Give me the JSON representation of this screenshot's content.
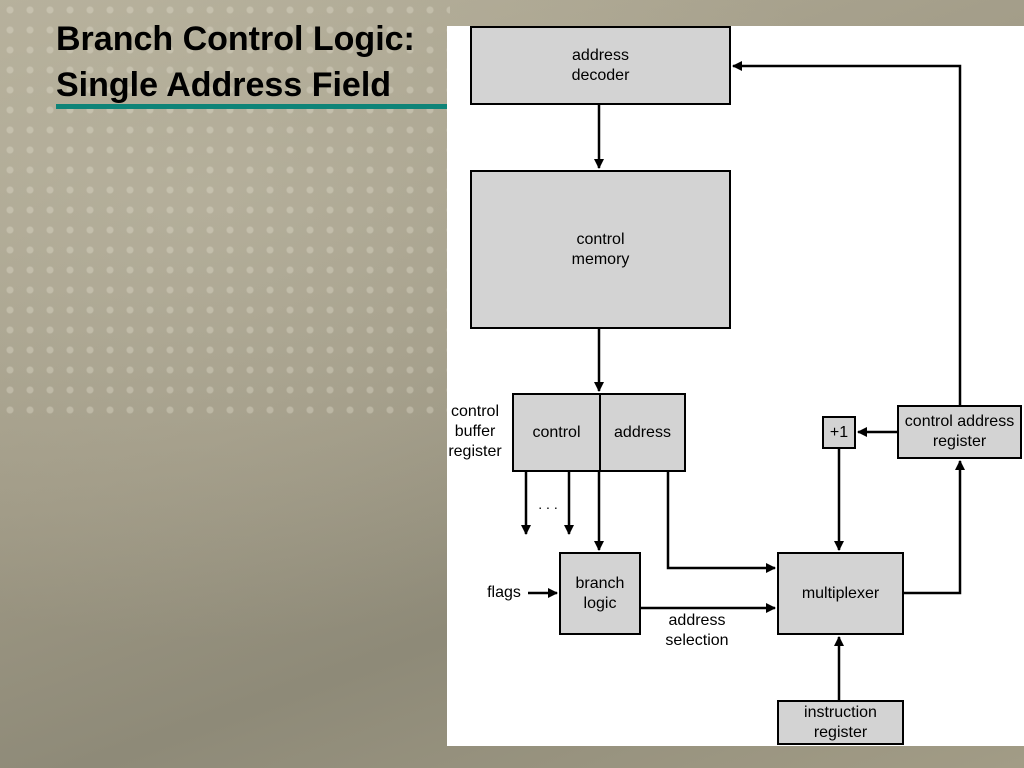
{
  "slide": {
    "title": "Branch Control Logic: Single Address Field"
  },
  "diagram": {
    "boxes": {
      "address_decoder": "address\ndecoder",
      "control_memory": "control\nmemory",
      "cbr_control": "control",
      "cbr_address": "address",
      "branch_logic": "branch\nlogic",
      "multiplexer": "multiplexer",
      "plus_one": "+1",
      "control_address_register": "control address\nregister",
      "instruction_register": "instruction\nregister"
    },
    "labels": {
      "control_buffer_register": "control\nbuffer\nregister",
      "flags": "flags",
      "address_selection": "address\nselection",
      "ellipsis": ". . ."
    }
  }
}
